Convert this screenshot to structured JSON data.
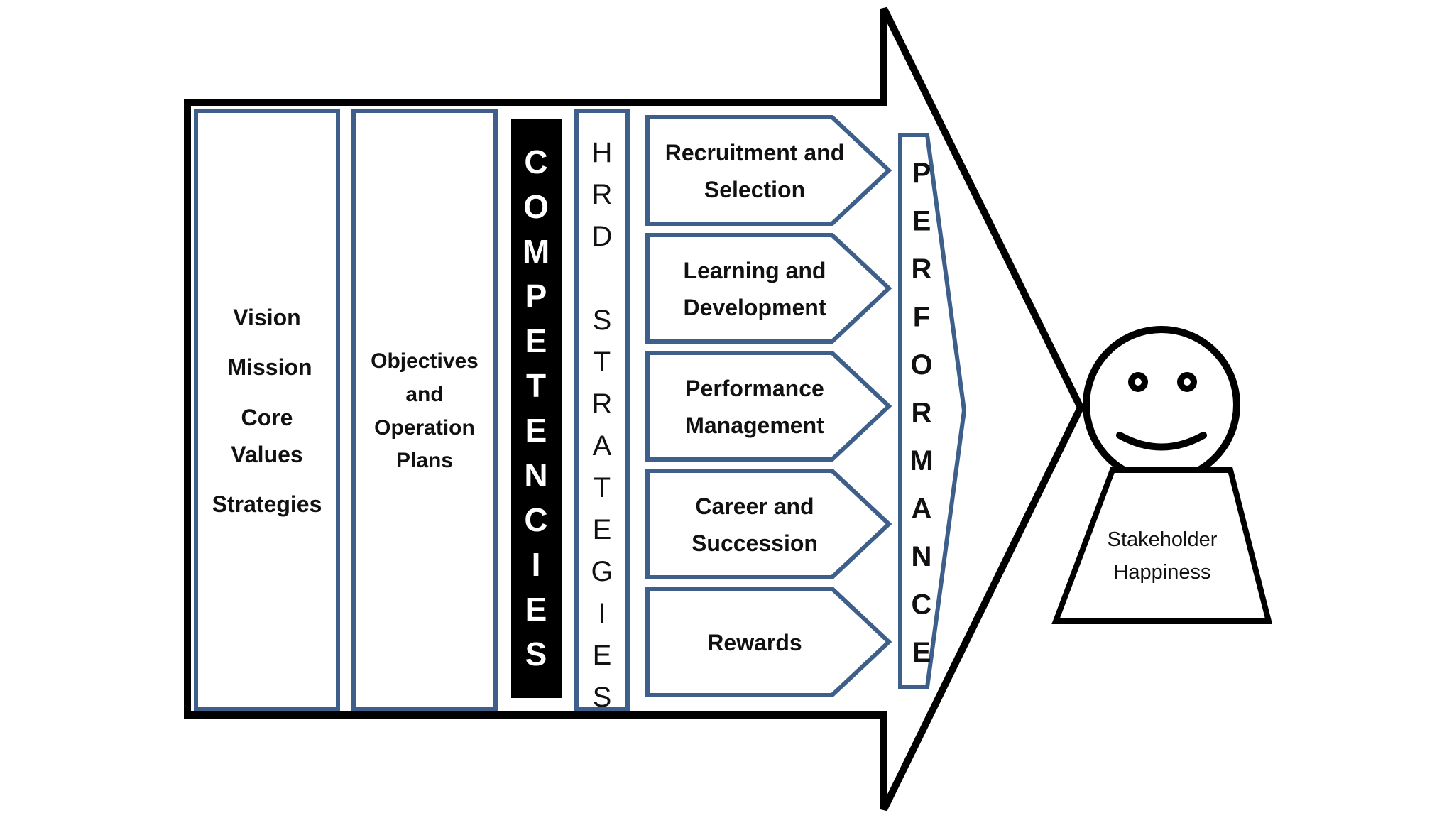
{
  "diagram": {
    "foundation_lines": [
      "Vision",
      "Mission",
      "Core",
      "Values",
      "Strategies"
    ],
    "objectives_lines": [
      "Objectives",
      "and",
      "Operation",
      "Plans"
    ],
    "competencies_letters": [
      "C",
      "O",
      "M",
      "P",
      "E",
      "T",
      "E",
      "N",
      "C",
      "I",
      "E",
      "S"
    ],
    "hrd_letters": [
      "H",
      "R",
      "D",
      "",
      "S",
      "T",
      "R",
      "A",
      "T",
      "E",
      "G",
      "I",
      "E",
      "S"
    ],
    "hr_functions": [
      {
        "line1": "Recruitment and",
        "line2": "Selection"
      },
      {
        "line1": "Learning and",
        "line2": "Development"
      },
      {
        "line1": "Performance",
        "line2": "Management"
      },
      {
        "line1": "Career and",
        "line2": "Succession"
      },
      {
        "line1": "Rewards",
        "line2": ""
      }
    ],
    "performance_letters": [
      "P",
      "E",
      "R",
      "F",
      "O",
      "R",
      "M",
      "A",
      "N",
      "C",
      "E"
    ],
    "stakeholder_lines": [
      "Stakeholder",
      "Happiness"
    ]
  },
  "colors": {
    "panel_border": "#3d5f8a",
    "outline": "#000000",
    "competencies_fill": "#000000",
    "competencies_text": "#ffffff",
    "text": "#111111"
  }
}
